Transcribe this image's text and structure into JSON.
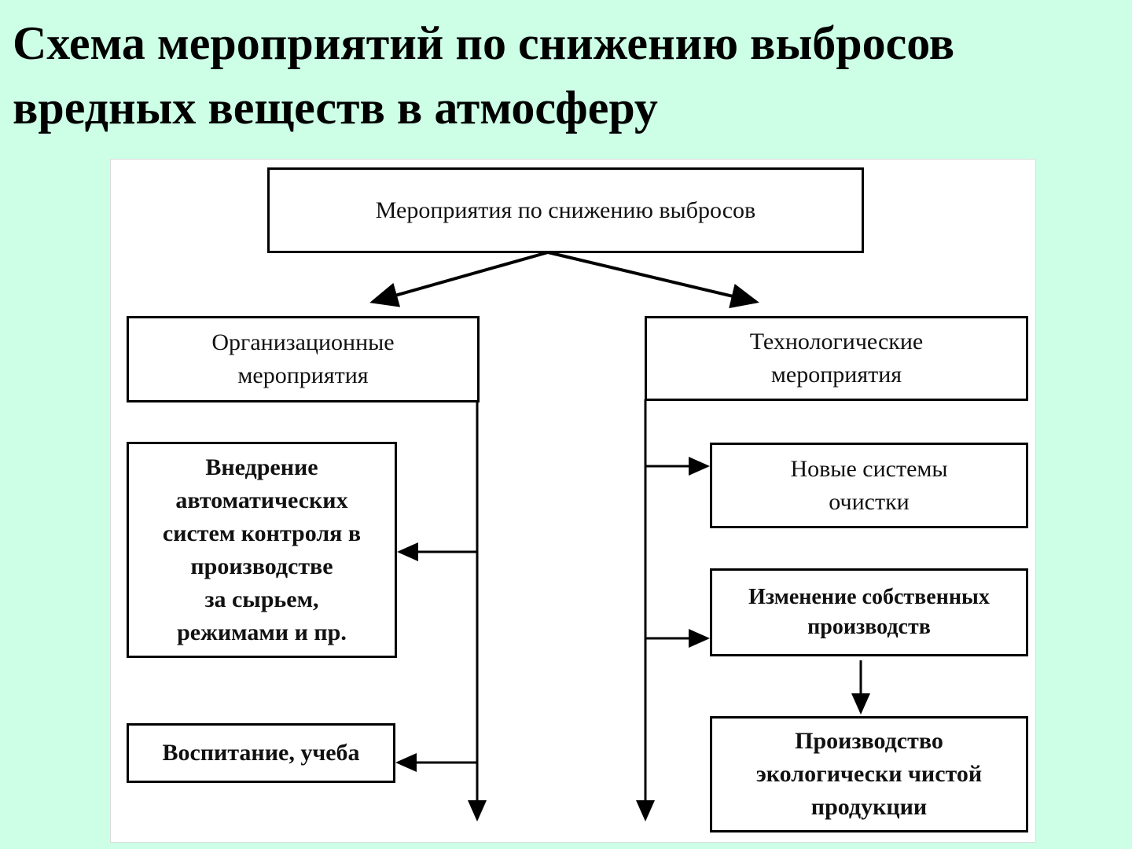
{
  "slide": {
    "title": "Схема мероприятий по снижению выбросов вредных веществ в атмосферу"
  },
  "diagram": {
    "root": {
      "label": "Мероприятия по снижению выбросов"
    },
    "organizational": {
      "label": "Организационные\nмероприятия",
      "children": [
        "Внедрение\nавтоматических\nсистем контроля в\nпроизводстве\nза сырьем,\nрежимами и пр.",
        "Воспитание, учеба"
      ]
    },
    "technological": {
      "label": "Технологические\nмероприятия",
      "children": [
        "Новые системы\nочистки",
        "Изменение собственных\nпроизводств",
        "Производство\nэкологически чистой\nпродукции"
      ]
    }
  }
}
